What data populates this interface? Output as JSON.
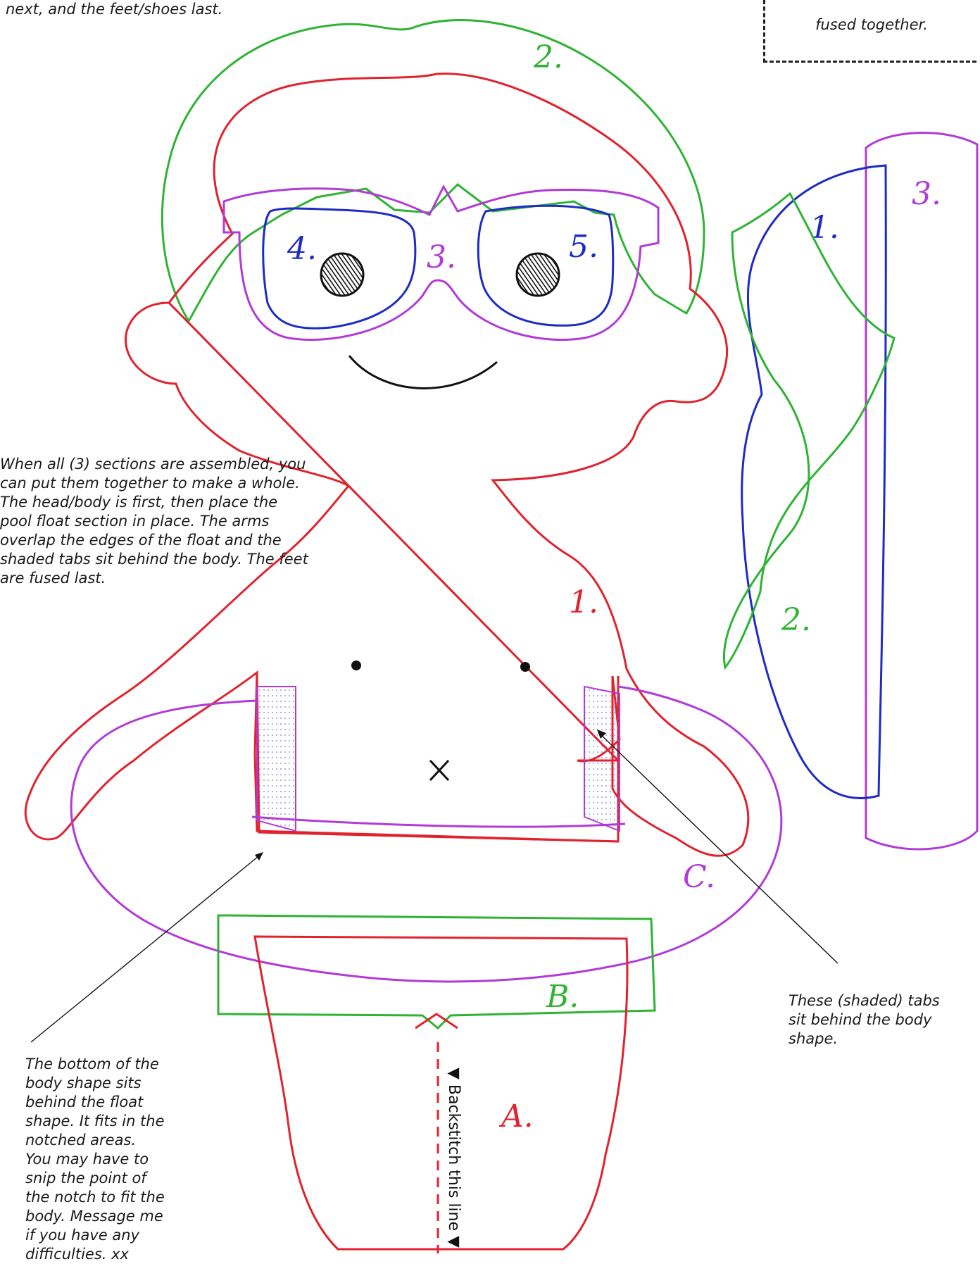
{
  "notes": {
    "top_left": "next, and the feet/shoes last.",
    "top_right": "fused together.",
    "assembly": "When all (3) sections are assembled, you can put them together to make a whole. The head/body is first, then place the pool float section in place. The arms overlap the edges of the float and the shaded tabs sit behind the body. The feet are fused last.",
    "tabs": "These (shaded) tabs sit behind the body shape.",
    "bottom": "The bottom of the body shape sits behind the float shape. It fits in the notched areas. You may have to snip the point of the notch to fit the body. Message me if you have any difficulties. xx",
    "backstitch": "▼ Backstitch this line ▼"
  },
  "piece_labels": {
    "body": "1.",
    "hair": "2.",
    "glasses": "3.",
    "left_lens": "4.",
    "right_lens": "5.",
    "shorts": "A.",
    "waistband": "B.",
    "float": "C.",
    "side_1": "1.",
    "side_2": "2.",
    "side_3": "3."
  },
  "colors": {
    "red": "#e0232e",
    "green": "#2fb334",
    "purple": "#b23ad8",
    "blue": "#1d2cc4",
    "black": "#111111",
    "shade": "#7b7bd6"
  }
}
